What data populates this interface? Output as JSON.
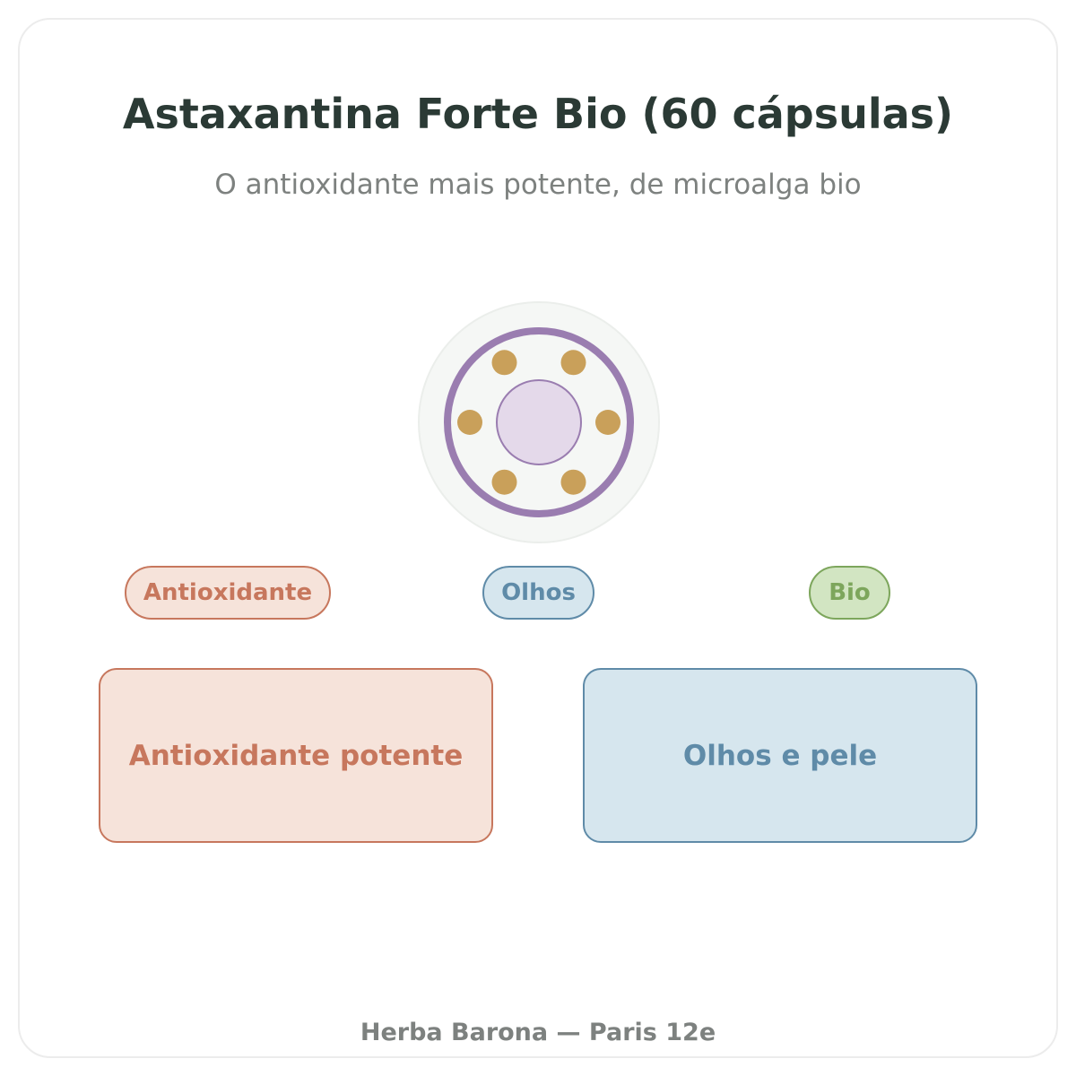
{
  "header": {
    "title": "Astaxantina Forte Bio (60 cápsulas)",
    "subtitle": "O antioxidante mais potente, de microalga bio"
  },
  "emblem": {
    "icon": "capsule-ring-icon",
    "dot_count": 6,
    "colors": {
      "outer_fill": "#f5f7f5",
      "ring": "#9a7db0",
      "core_fill": "#e4d9ea",
      "dots": "#c9a05a"
    }
  },
  "tags": [
    {
      "label": "Antioxidante",
      "color": "#c7775d"
    },
    {
      "label": "Olhos",
      "color": "#5f8ba8"
    },
    {
      "label": "Bio",
      "color": "#7da65c"
    }
  ],
  "benefits": [
    {
      "label": "Antioxidante potente",
      "color": "#c7775d"
    },
    {
      "label": "Olhos e pele",
      "color": "#5f8ba8"
    }
  ],
  "footer": {
    "text": "Herba Barona — Paris 12e"
  }
}
